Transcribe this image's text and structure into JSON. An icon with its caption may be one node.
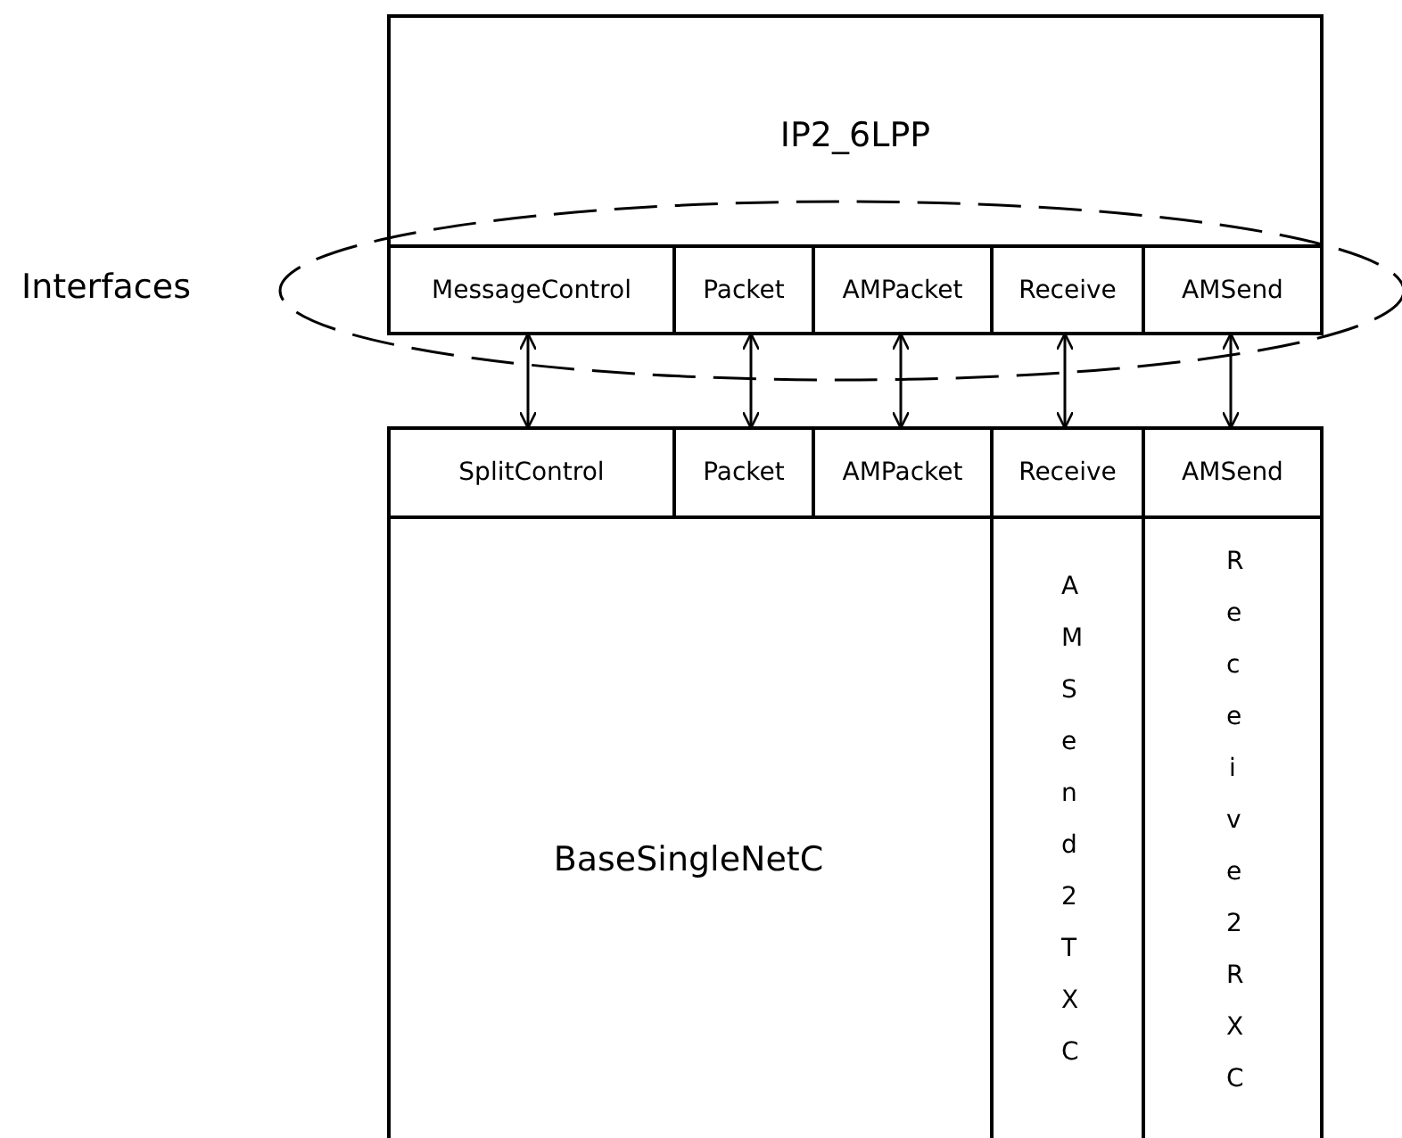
{
  "diagram": {
    "nodes": [
      {
        "text": [
          "IP2_6LPP"
        ]
      },
      {
        "text": [
          "MessageControl"
        ],
        "in": 0
      },
      {
        "text": [
          "Packet"
        ],
        "in": 0
      },
      {
        "text": [
          "AMPacket"
        ],
        "in": 0
      },
      {
        "text": [
          "Receive"
        ],
        "in": 0
      },
      {
        "text": [
          "AMSend"
        ],
        "in": 0
      },
      {
        "text": [
          "BaseSingleNetC"
        ]
      },
      {
        "text": [
          "SplitControl"
        ],
        "in": 6
      },
      {
        "text": [
          "Packet"
        ],
        "in": 6
      },
      {
        "text": [
          "AMPacket"
        ],
        "in": 6
      },
      {
        "text": [
          "Receive"
        ],
        "in": 6
      },
      {
        "text": [
          "AMSend"
        ],
        "in": 6
      },
      {
        "text": [
          "AMSend2TXC"
        ],
        "in": 6
      },
      {
        "text": [
          "Receive2RXC"
        ],
        "in": 6
      }
    ],
    "edges": [
      {
        "from": 1,
        "to": 7,
        "arrow": "both"
      },
      {
        "from": 2,
        "to": 8,
        "arrow": "both"
      },
      {
        "from": 3,
        "to": 9,
        "arrow": "both"
      },
      {
        "from": 4,
        "to": 10,
        "arrow": "both"
      },
      {
        "from": 5,
        "to": 11,
        "arrow": "both"
      }
    ],
    "labels": [
      "Interfaces"
    ]
  }
}
